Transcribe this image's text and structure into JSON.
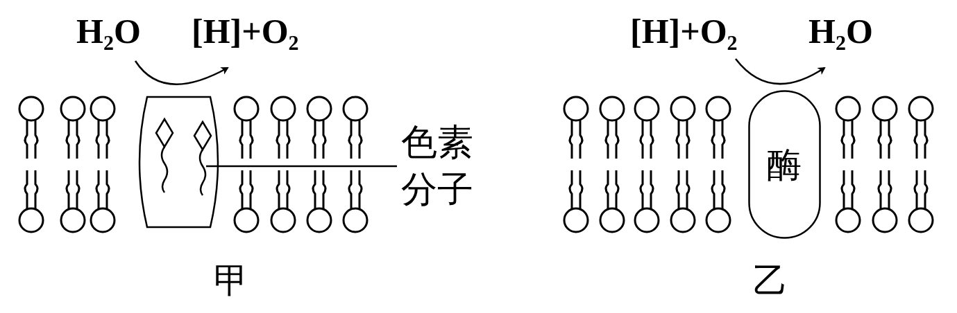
{
  "diagram": {
    "nodes": [
      {
        "text": [
          "酶"
        ]
      }
    ],
    "labels": [
      "H₂O",
      "[H]+O₂",
      "色素 分子",
      "甲",
      "[H]+O₂",
      "H₂O",
      "乙"
    ]
  }
}
